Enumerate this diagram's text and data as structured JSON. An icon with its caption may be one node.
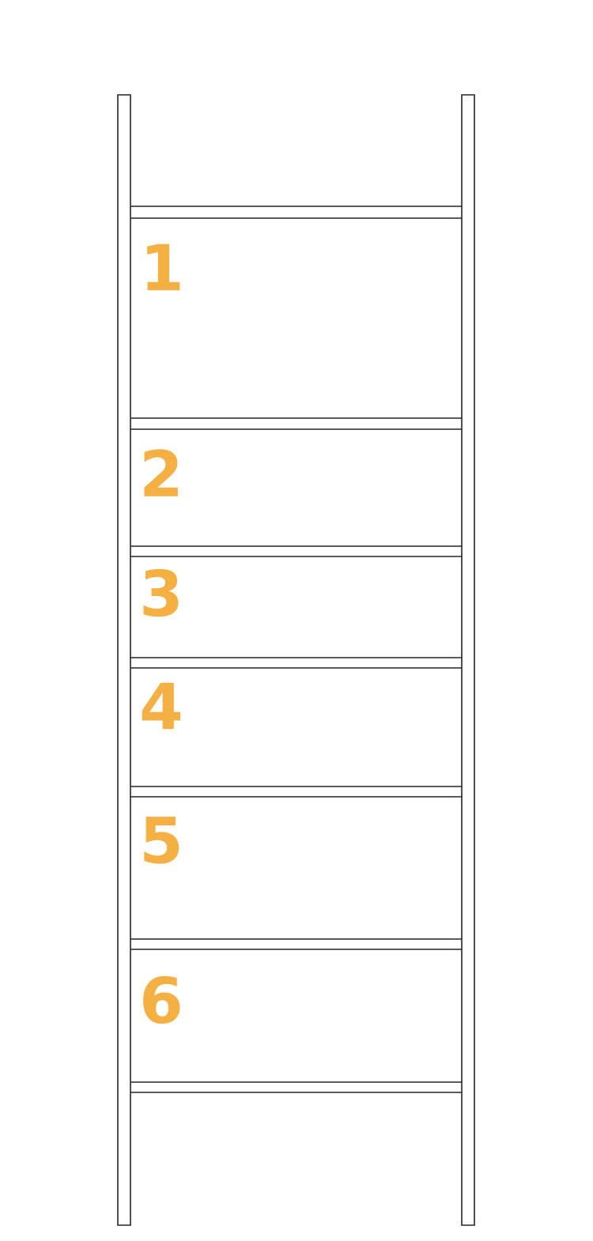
{
  "diagram": {
    "labels": [
      "1",
      "2",
      "3",
      "4",
      "5",
      "6"
    ]
  }
}
